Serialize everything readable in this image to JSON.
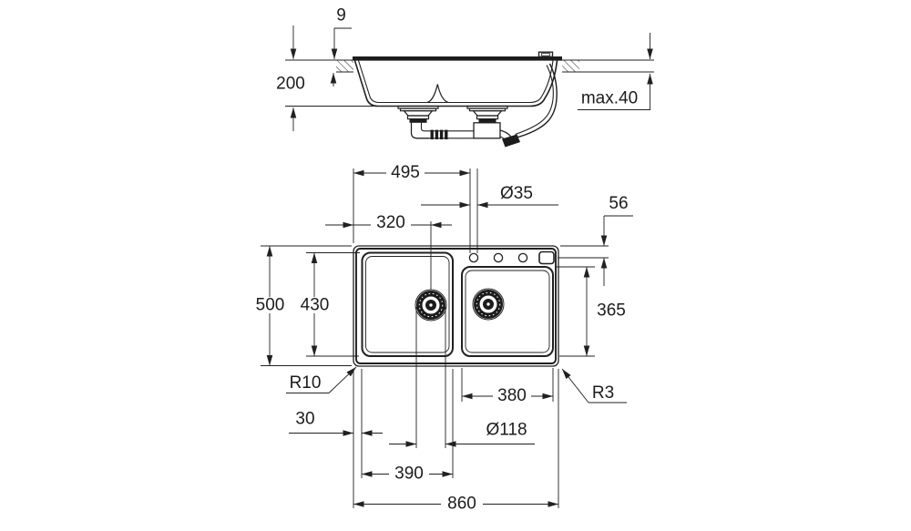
{
  "drawing_type": "kitchen sink installation dimension drawing",
  "colors": {
    "line": "#212121",
    "background": "#ffffff",
    "text": "#1c1c1c"
  },
  "side_view": {
    "labels": {
      "rim_height": "9",
      "bowl_depth": "200",
      "max_counter_thickness": "max.40"
    }
  },
  "top_view": {
    "labels": {
      "tap_center_from_left": "495",
      "tap_hole_diameter": "Ø35",
      "tap_center_from_edge": "56",
      "drain_center_from_left": "320",
      "overall_depth": "500",
      "left_bowl_depth": "430",
      "right_bowl_depth": "365",
      "left_corner_radius": "R10",
      "right_corner_radius": "R3",
      "rim_margin": "30",
      "right_bowl_width": "380",
      "drain_diameter": "Ø118",
      "left_bowl_width": "390",
      "overall_width": "860"
    }
  }
}
